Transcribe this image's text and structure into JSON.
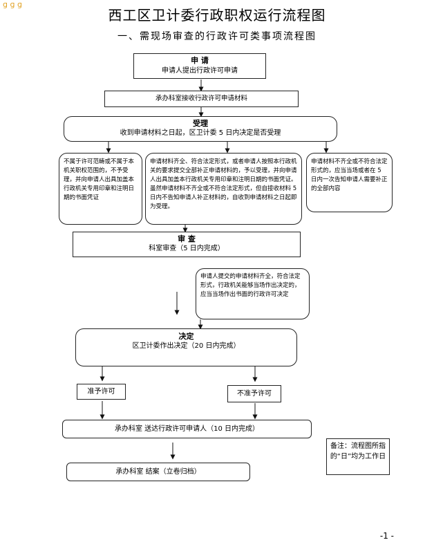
{
  "corner_mark": "ɡ ɡ ɡ",
  "title": "西工区卫计委行政职权运行流程图",
  "subtitle": "一、需现场审查的行政许可类事项流程图",
  "steps": {
    "apply": {
      "heading": "申 请",
      "text": "申请人提出行政许可申请"
    },
    "receive": {
      "text": "承办科室接收行政许可申请材料"
    },
    "accept": {
      "heading": "受理",
      "text": "收到申请材料之日起，区卫计委 5 日内决定是否受理"
    },
    "branch_out_of_scope": {
      "text": "不属于许可范畴或不属于本机关职权范围的，不予受理，并向申请人出具加盖本行政机关专用印章和注明日期的书面凭证"
    },
    "branch_complete": {
      "text": "申请材料齐全、符合法定形式，或者申请人按照本行政机关的要求提交全部补正申请材料的，予以受理，并向申请人出具加盖本行政机关专用印章和注明日期的书面凭证。虽然申请材料不齐全或不符合法定形式，但自接收材料 5 日内不告知申请人补正材料的，自收到申请材料之日起即为受理。"
    },
    "branch_incomplete": {
      "text": "申请材料不齐全或不符合法定形式的，应当当场或者在 5 日内一次告知申请人需要补正的全部内容"
    },
    "review": {
      "heading": "审 查",
      "text": "科室审查（5 日内完成）"
    },
    "onsite_note": {
      "text": "申请人提交的申请材料齐全，符合法定形式，行政机关能够当场作出决定的，应当当场作出书面的行政许可决定"
    },
    "decision": {
      "heading": "决定",
      "text": "区卫计委作出决定（20 日内完成）"
    },
    "approve": {
      "text": "准予许可"
    },
    "reject": {
      "text": "不准予许可"
    },
    "deliver": {
      "text": "承办科室 送达行政许可申请人（10 日内完成）"
    },
    "close": {
      "text": "承办科室 结案（立卷归档）"
    }
  },
  "remark": "备注：流程图所指的“日”均为工作日",
  "page_number": "-1 -"
}
